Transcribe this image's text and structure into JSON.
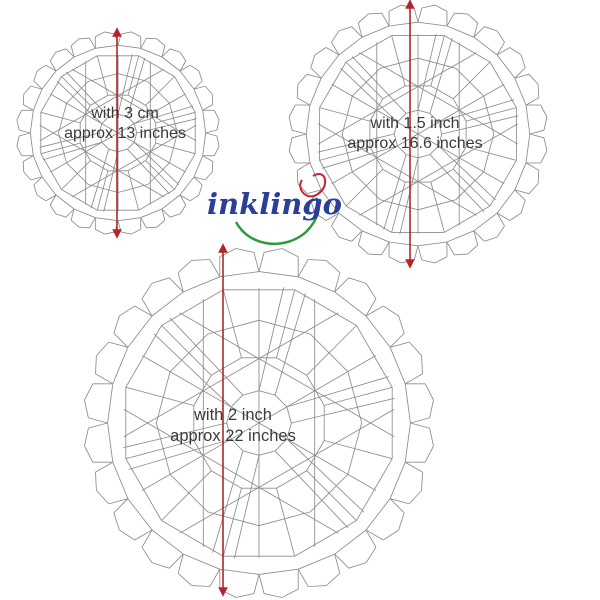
{
  "logo": {
    "text": "inklingo"
  },
  "colors": {
    "stroke": "#8c8c8c",
    "arrow": "#b3242b",
    "logo_blue": "#2a3e9a",
    "logo_green": "#2b9a3c",
    "logo_red": "#c4262e"
  },
  "panels": [
    {
      "id": "small",
      "line1": "with 3 cm",
      "line2": "approx 13 inches"
    },
    {
      "id": "medium",
      "line1": "with 1.5 inch",
      "line2": "approx 16.6 inches"
    },
    {
      "id": "large",
      "line1": "with 2 inch",
      "line2": "approx 22 inches"
    }
  ]
}
